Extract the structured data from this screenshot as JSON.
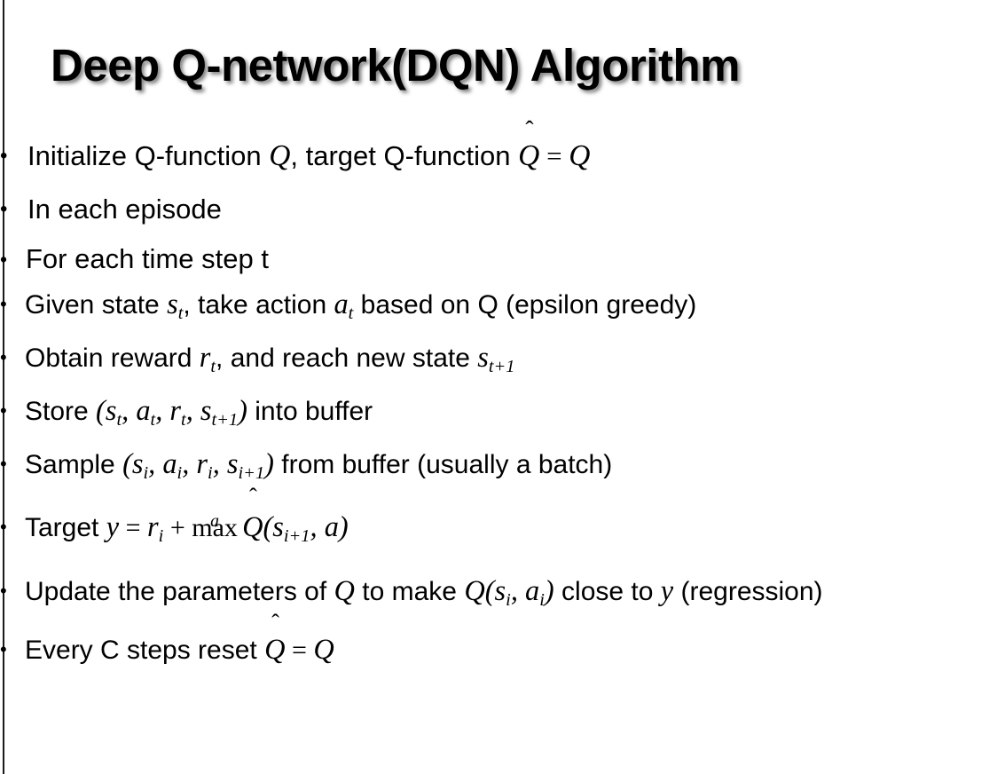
{
  "slide": {
    "title": "Deep Q-network(DQN) Algorithm",
    "background_color": "#ffffff",
    "text_color": "#000000",
    "left_rule_color": "#1a1a1a"
  },
  "bullets": {
    "glyph": "•",
    "level1": [
      {
        "id": "initialize",
        "parts": {
          "a": "Initialize Q-function ",
          "q1": "Q",
          "b": ", target Q-function ",
          "qhat": "Q",
          "hat": "ˆ",
          "eq": " = ",
          "q2": "Q"
        }
      },
      {
        "id": "in-each-episode",
        "text": "In each episode"
      }
    ],
    "level2": [
      {
        "id": "for-each-time-step",
        "text": "For each time step t"
      }
    ],
    "level3": [
      {
        "id": "given-state",
        "parts": {
          "a": "Given state ",
          "s": "s",
          "s_sub": "t",
          "b": ", take action ",
          "act": "a",
          "act_sub": "t",
          "c": " based on Q (epsilon greedy)"
        }
      },
      {
        "id": "obtain-reward",
        "parts": {
          "a": "Obtain reward ",
          "r": "r",
          "r_sub": "t",
          "b": ", and reach new state ",
          "s": "s",
          "s_sub": "t+1"
        }
      },
      {
        "id": "store-transition",
        "parts": {
          "a": "Store ",
          "open": "(",
          "s": "s",
          "s_sub": "t",
          "c1": ", ",
          "act": "a",
          "act_sub": "t",
          "c2": ", ",
          "r": "r",
          "r_sub": "t",
          "c3": ", ",
          "s2": "s",
          "s2_sub": "t+1",
          "close": ")",
          "b": " into buffer"
        }
      },
      {
        "id": "sample-batch",
        "parts": {
          "a": "Sample ",
          "open": "(",
          "s": "s",
          "s_sub": "i",
          "c1": ", ",
          "act": "a",
          "act_sub": "i",
          "c2": ", ",
          "r": "r",
          "r_sub": "i",
          "c3": ", ",
          "s2": "s",
          "s2_sub": "i+1",
          "close": ")",
          "b": " from buffer (usually a batch)"
        }
      },
      {
        "id": "target-y",
        "parts": {
          "a": "Target ",
          "y": "y",
          "eq": " = ",
          "r": "r",
          "r_sub": "i",
          "plus": " + ",
          "max": "max",
          "max_lim": "a",
          "qhat": "Q",
          "hat": "ˆ",
          "open": "(",
          "s": "s",
          "s_sub": "i+1",
          "comma": ", ",
          "act": "a",
          "close": ")"
        }
      },
      {
        "id": "update-parameters",
        "parts": {
          "a": "Update the parameters of ",
          "q1": "Q",
          "b": " to make ",
          "q2": "Q",
          "open": "(",
          "s": "s",
          "s_sub": "i",
          "comma": ", ",
          "act": "a",
          "act_sub": "i",
          "close": ")",
          "c": " close to ",
          "y": "y",
          "d": " (regression)"
        }
      },
      {
        "id": "reset-target",
        "parts": {
          "a": "Every C steps reset ",
          "qhat": "Q",
          "hat": "ˆ",
          "eq": " = ",
          "q2": "Q"
        }
      }
    ]
  }
}
